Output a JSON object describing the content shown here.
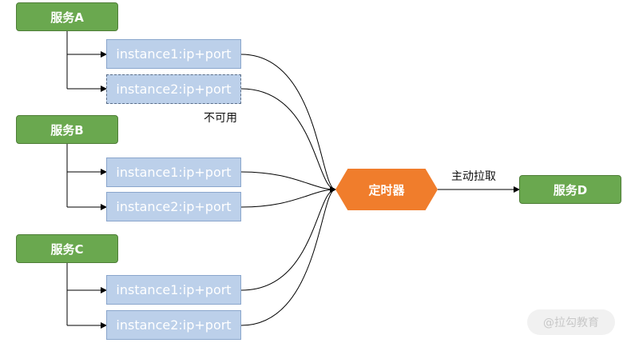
{
  "services": {
    "a": "服务A",
    "b": "服务B",
    "c": "服务C",
    "d": "服务D"
  },
  "instances": {
    "a1": "instance1:ip+port",
    "a2": "instance2:ip+port",
    "b1": "instance1:ip+port",
    "b2": "instance2:ip+port",
    "c1": "instance1:ip+port",
    "c2": "instance2:ip+port"
  },
  "unavailable_label": "不可用",
  "timer_label": "定时器",
  "pull_label": "主动拉取",
  "watermark": "@拉勾教育",
  "colors": {
    "service_fill": "#6aa84f",
    "instance_fill": "#bcd0ea",
    "timer_fill": "#f07d2c"
  }
}
